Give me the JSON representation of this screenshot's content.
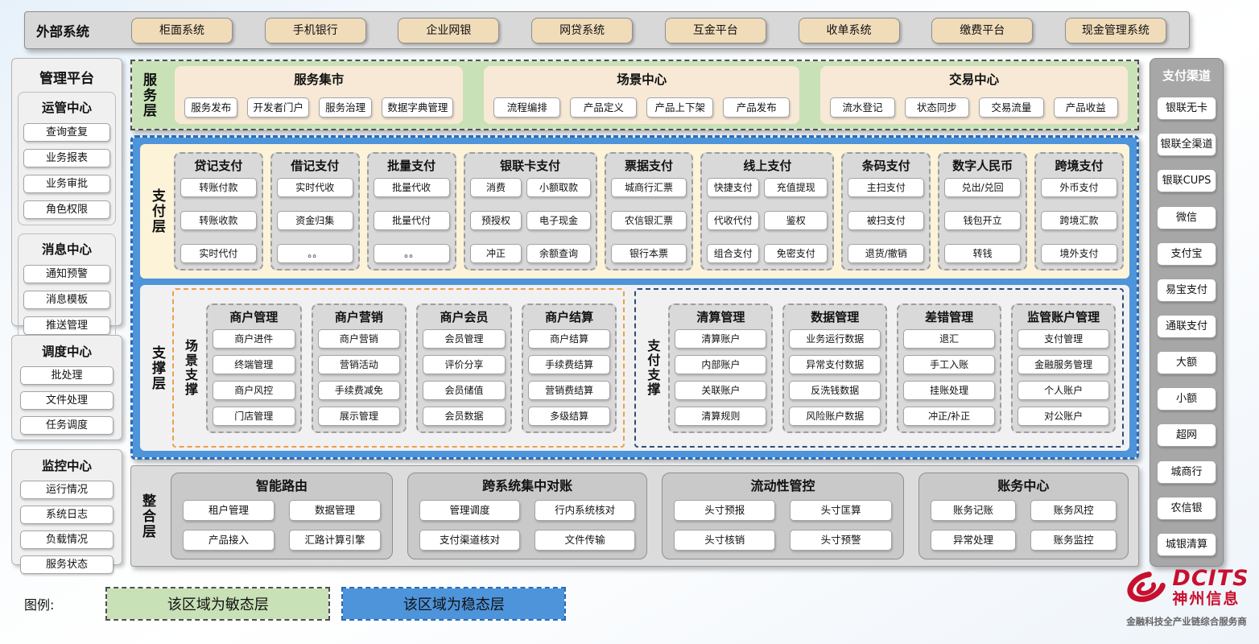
{
  "external_systems": {
    "label": "外部系统",
    "items": [
      "柜面系统",
      "手机银行",
      "企业网银",
      "网贷系统",
      "互金平台",
      "收单系统",
      "缴费平台",
      "现金管理系统"
    ]
  },
  "management_platform": {
    "title": "管理平台",
    "panels": [
      {
        "title": "管理平台",
        "sections": [
          {
            "title": "运管中心",
            "items": [
              "查询查复",
              "业务报表",
              "业务审批",
              "角色权限"
            ]
          },
          {
            "title": "消息中心",
            "items": [
              "通知预警",
              "消息模板",
              "推送管理"
            ]
          }
        ]
      },
      {
        "sections": [
          {
            "title": "调度中心",
            "items": [
              "批处理",
              "文件处理",
              "任务调度"
            ]
          }
        ]
      },
      {
        "sections": [
          {
            "title": "监控中心",
            "items": [
              "运行情况",
              "系统日志",
              "负载情况",
              "服务状态"
            ]
          }
        ]
      }
    ]
  },
  "service_layer": {
    "label": "服务层",
    "groups": [
      {
        "title": "服务集市",
        "items": [
          "服务发布",
          "开发者门户",
          "服务治理",
          "数据字典管理"
        ]
      },
      {
        "title": "场景中心",
        "items": [
          "流程编排",
          "产品定义",
          "产品上下架",
          "产品发布"
        ]
      },
      {
        "title": "交易中心",
        "items": [
          "流水登记",
          "状态同步",
          "交易流量",
          "产品收益"
        ]
      }
    ]
  },
  "payment_layer": {
    "label": "支付层",
    "groups": [
      {
        "title": "贷记支付",
        "cols": 1,
        "items": [
          "转账付款",
          "转账收款",
          "实时代付"
        ]
      },
      {
        "title": "借记支付",
        "cols": 1,
        "items": [
          "实时代收",
          "资金归集",
          "。。"
        ]
      },
      {
        "title": "批量支付",
        "cols": 1,
        "items": [
          "批量代收",
          "批量代付",
          "。。"
        ]
      },
      {
        "title": "银联卡支付",
        "cols": 2,
        "items": [
          "消费",
          "小额取款",
          "预授权",
          "电子现金",
          "冲正",
          "余额查询"
        ]
      },
      {
        "title": "票据支付",
        "cols": 1,
        "items": [
          "城商行汇票",
          "农信银汇票",
          "银行本票"
        ]
      },
      {
        "title": "线上支付",
        "cols": 2,
        "items": [
          "快捷支付",
          "充值提现",
          "代收代付",
          "鉴权",
          "组合支付",
          "免密支付"
        ]
      },
      {
        "title": "条码支付",
        "cols": 1,
        "items": [
          "主扫支付",
          "被扫支付",
          "退货/撤销"
        ]
      },
      {
        "title": "数字人民币",
        "cols": 1,
        "items": [
          "兑出/兑回",
          "钱包开立",
          "转钱"
        ]
      },
      {
        "title": "跨境支付",
        "cols": 1,
        "items": [
          "外币支付",
          "跨境汇款",
          "境外支付"
        ]
      }
    ]
  },
  "support_layer": {
    "label": "支撑层",
    "sections": [
      {
        "label": "场景支撑",
        "accent": "orange",
        "groups": [
          {
            "title": "商户管理",
            "items": [
              "商户进件",
              "终端管理",
              "商户风控",
              "门店管理"
            ]
          },
          {
            "title": "商户营销",
            "items": [
              "商户营销",
              "营销活动",
              "手续费减免",
              "展示管理"
            ]
          },
          {
            "title": "商户会员",
            "items": [
              "会员管理",
              "评价分享",
              "会员储值",
              "会员数据"
            ]
          },
          {
            "title": "商户结算",
            "items": [
              "商户结算",
              "手续费结算",
              "营销费结算",
              "多级结算"
            ]
          }
        ]
      },
      {
        "label": "支付支撑",
        "accent": "navy",
        "groups": [
          {
            "title": "清算管理",
            "items": [
              "清算账户",
              "内部账户",
              "关联账户",
              "清算规则"
            ]
          },
          {
            "title": "数据管理",
            "items": [
              "业务运行数据",
              "异常支付数据",
              "反洗钱数据",
              "风险账户数据"
            ]
          },
          {
            "title": "差错管理",
            "items": [
              "退汇",
              "手工入账",
              "挂账处理",
              "冲正/补正"
            ]
          },
          {
            "title": "监管账户管理",
            "items": [
              "支付管理",
              "金融服务管理",
              "个人账户",
              "对公账户"
            ]
          }
        ]
      }
    ]
  },
  "integration_layer": {
    "label": "整合层",
    "groups": [
      {
        "title": "智能路由",
        "items": [
          "租户管理",
          "数据管理",
          "产品接入",
          "汇路计算引擎"
        ]
      },
      {
        "title": "跨系统集中对账",
        "items": [
          "管理调度",
          "行内系统核对",
          "支付渠道核对",
          "文件传输"
        ]
      },
      {
        "title": "流动性管控",
        "items": [
          "头寸预报",
          "头寸匡算",
          "头寸核销",
          "头寸预警"
        ]
      },
      {
        "title": "账务中心",
        "items": [
          "账务记账",
          "账务风控",
          "异常处理",
          "账务监控"
        ]
      }
    ]
  },
  "payment_channels": {
    "title": "支付渠道",
    "items": [
      "银联无卡",
      "银联全渠道",
      "银联CUPS",
      "微信",
      "支付宝",
      "易宝支付",
      "通联支付",
      "大额",
      "小额",
      "超网",
      "城商行",
      "农信银",
      "城银清算"
    ]
  },
  "legend": {
    "label": "图例:",
    "items": [
      {
        "text": "该区域为敏态层",
        "type": "agile"
      },
      {
        "text": "该区域为稳态层",
        "type": "stable"
      }
    ]
  },
  "logo": {
    "brand": "DCITS",
    "name": "神州信息",
    "tagline": "金融科技全产业链综合服务商"
  },
  "colors": {
    "agile_green": "#c8e1b6",
    "stable_blue": "#4e94da",
    "cream": "#fcf3d8",
    "tan_button": "#f1dcba",
    "brand_red": "#c8102e"
  }
}
